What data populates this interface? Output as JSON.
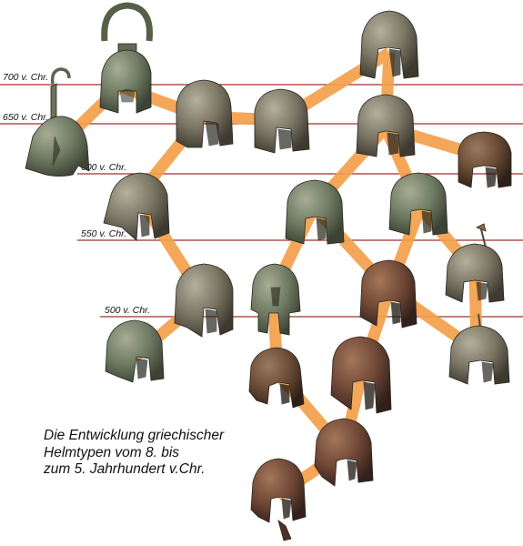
{
  "timeline": {
    "labels": [
      "700 v. Chr.",
      "650 v. Chr.",
      "600 v. Chr.",
      "550 v. Chr.",
      "500 v. Chr."
    ]
  },
  "caption": {
    "lines": [
      "Die Entwicklung griechischer",
      "Helmtypen vom 8. bis",
      "zum 5. Jahrhundert v.Chr."
    ]
  },
  "colors": {
    "timeline_line": "#a0302a",
    "connector": "#f4a04a",
    "bronze_green": "#6e7a5e",
    "bronze_dark": "#4a3a2c",
    "rust": "#6e4430"
  }
}
